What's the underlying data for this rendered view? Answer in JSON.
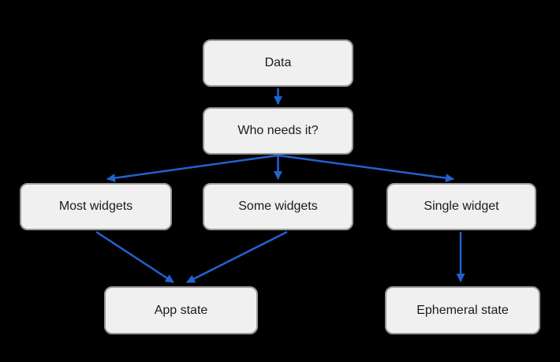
{
  "diagram": {
    "type": "flowchart",
    "nodes": {
      "data": {
        "label": "Data"
      },
      "who": {
        "label": "Who needs it?"
      },
      "most": {
        "label": "Most widgets"
      },
      "some": {
        "label": "Some widgets"
      },
      "single": {
        "label": "Single widget"
      },
      "app": {
        "label": "App state"
      },
      "ephemeral": {
        "label": "Ephemeral state"
      }
    },
    "edges": [
      {
        "from": "data",
        "to": "who"
      },
      {
        "from": "who",
        "to": "most"
      },
      {
        "from": "who",
        "to": "some"
      },
      {
        "from": "who",
        "to": "single"
      },
      {
        "from": "most",
        "to": "app"
      },
      {
        "from": "some",
        "to": "app"
      },
      {
        "from": "single",
        "to": "ephemeral"
      }
    ]
  },
  "colors": {
    "background": "#000000",
    "node_fill": "#f0f0f0",
    "node_border": "#999999",
    "arrow": "#2261cf",
    "text": "#1b1b1b"
  }
}
